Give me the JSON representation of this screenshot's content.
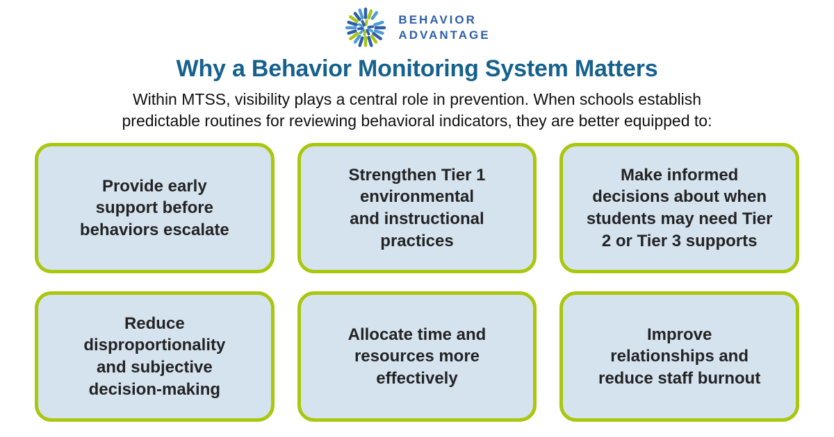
{
  "page": {
    "background": "#FFFFFF"
  },
  "logo": {
    "name": "Behavior Advantage",
    "line1": "BEHAVIOR",
    "line2": "ADVANTAGE",
    "colors": {
      "dark_blue": "#2E5EA8",
      "light_blue": "#4E9CD6",
      "green": "#A9C514"
    }
  },
  "header": {
    "title": "Why a Behavior Monitoring System Matters",
    "title_color": "#15618E",
    "subtitle": "Within MTSS, visibility plays a central role in prevention. When schools establish\npredictable routines for reviewing behavioral indicators, they are better equipped to:"
  },
  "cards": {
    "style": {
      "background": "#D5E3EF",
      "border_color": "#A9C70D"
    },
    "items": [
      {
        "text": "Provide early\nsupport before\nbehaviors escalate"
      },
      {
        "text": "Strengthen Tier 1\nenvironmental\nand instructional\npractices"
      },
      {
        "text": "Make informed\ndecisions about when\nstudents may need Tier\n2 or Tier 3 supports"
      },
      {
        "text": "Reduce\ndisproportionality\nand subjective\ndecision-making"
      },
      {
        "text": "Allocate time and\nresources more\neffectively"
      },
      {
        "text": "Improve\nrelationships and\nreduce staff burnout"
      }
    ]
  }
}
